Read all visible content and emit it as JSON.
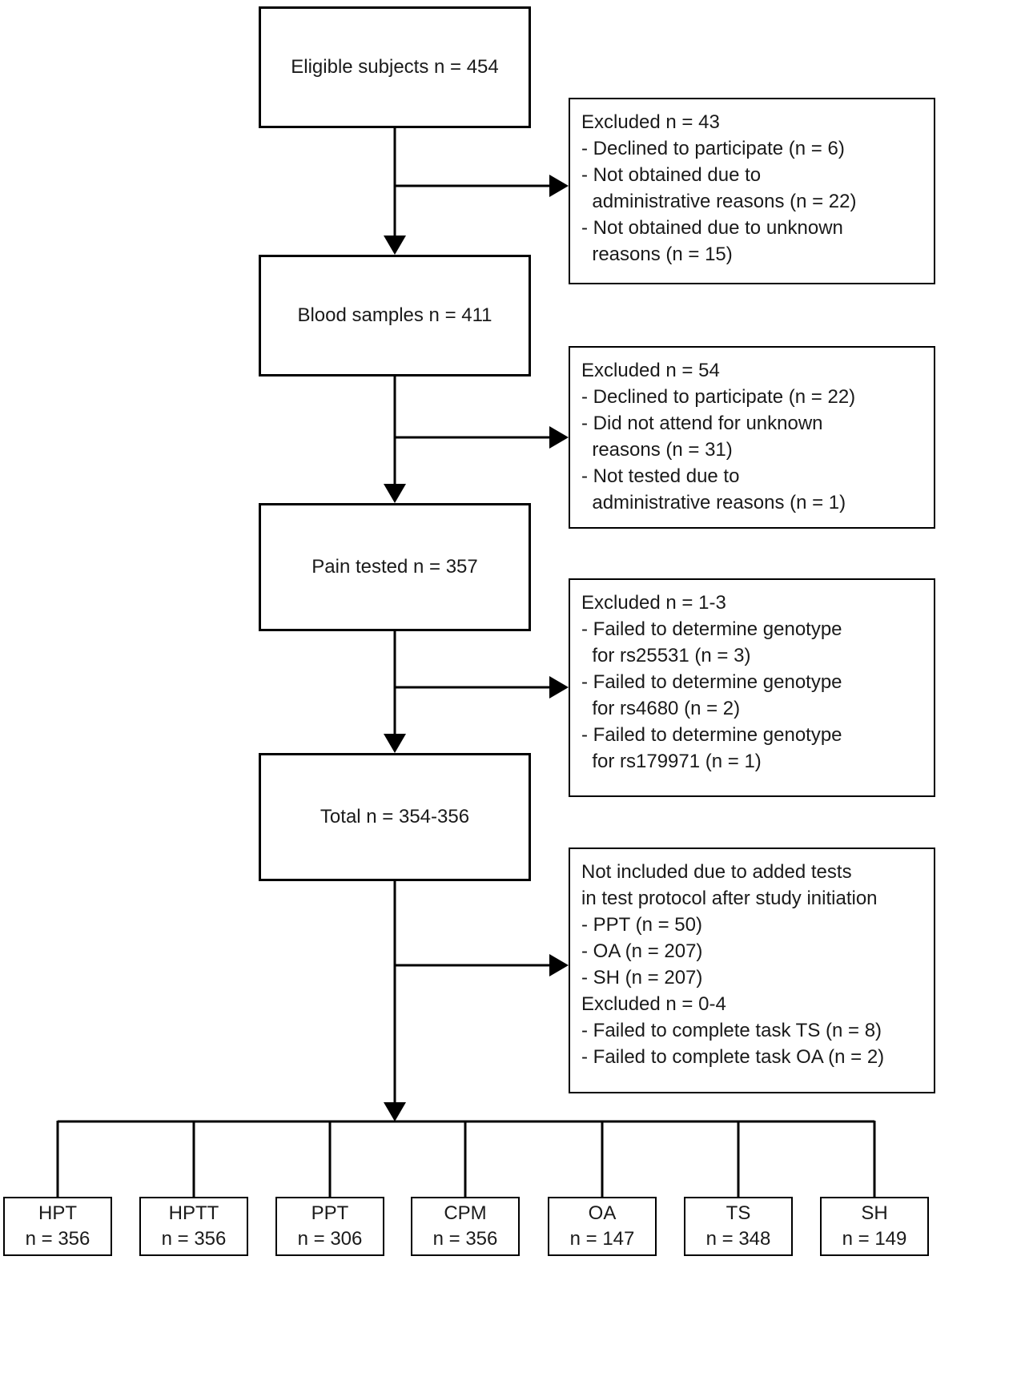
{
  "flow": {
    "main_boxes": [
      {
        "label": "Eligible subjects n = 454"
      },
      {
        "label": "Blood samples n = 411"
      },
      {
        "label": "Pain tested n = 357"
      },
      {
        "label": "Total n = 354-356"
      }
    ],
    "side_boxes": [
      {
        "lines": [
          "Excluded n = 43",
          "- Declined to participate (n = 6)",
          "- Not obtained due to",
          "  administrative reasons (n = 22)",
          "- Not obtained due to unknown",
          "  reasons (n = 15)"
        ]
      },
      {
        "lines": [
          "Excluded n = 54",
          "- Declined to participate (n = 22)",
          "- Did not attend for unknown",
          "  reasons (n = 31)",
          "- Not tested due to",
          "  administrative reasons (n = 1)"
        ]
      },
      {
        "lines": [
          "Excluded n = 1-3",
          "- Failed to determine genotype",
          "  for rs25531 (n = 3)",
          "- Failed to determine genotype",
          "  for rs4680 (n = 2)",
          "- Failed to determine genotype",
          "  for rs179971 (n = 1)"
        ]
      },
      {
        "lines": [
          "Not included due to added tests",
          "in test protocol after study initiation",
          "- PPT (n = 50)",
          "- OA (n = 207)",
          "- SH (n = 207)",
          "Excluded n = 0-4",
          "- Failed to complete task TS (n = 8)",
          "- Failed to complete task OA (n = 2)"
        ]
      }
    ],
    "outcome_boxes": [
      {
        "label": "HPT",
        "n": "n = 356"
      },
      {
        "label": "HPTT",
        "n": "n = 356"
      },
      {
        "label": "PPT",
        "n": "n = 306"
      },
      {
        "label": "CPM",
        "n": "n = 356"
      },
      {
        "label": "OA",
        "n": "n = 147"
      },
      {
        "label": "TS",
        "n": "n = 348"
      },
      {
        "label": "SH",
        "n": "n = 149"
      }
    ],
    "colors": {
      "line": "#000000",
      "background": "#ffffff",
      "text": "#1a1a1a"
    }
  }
}
